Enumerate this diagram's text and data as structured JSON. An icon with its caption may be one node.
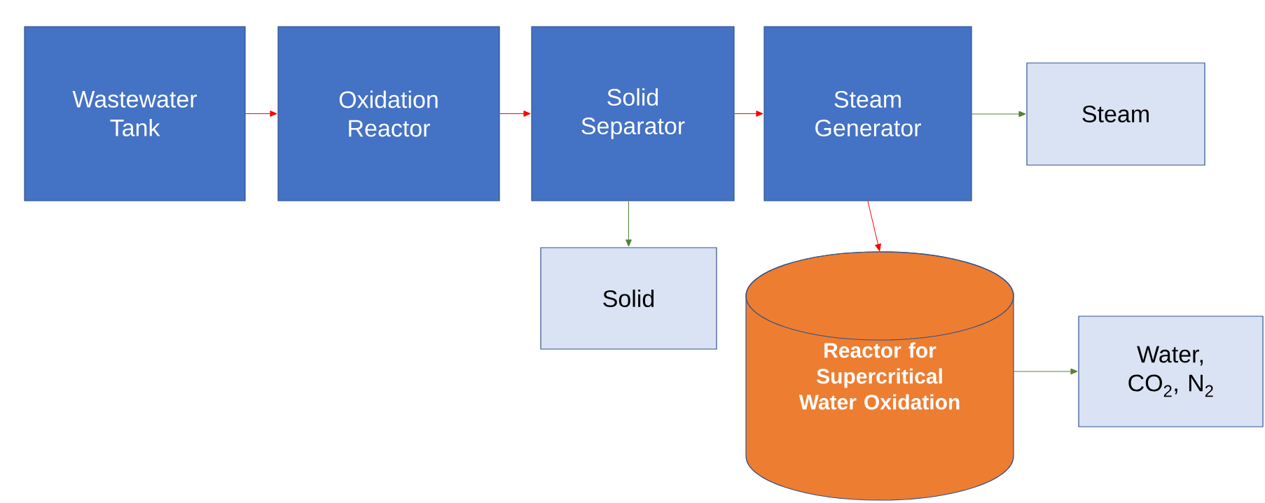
{
  "diagram": {
    "nodes": [
      {
        "text": [
          "Wastewater Tank"
        ]
      },
      {
        "text": [
          "Oxidation Reactor"
        ]
      },
      {
        "text": [
          "Solid Separator"
        ]
      },
      {
        "text": [
          "Steam Generator"
        ]
      },
      {
        "text": [
          "Steam"
        ]
      },
      {
        "text": [
          "Solid"
        ]
      },
      {
        "text": [
          "Reactor for Supercritical Water Oxidation"
        ]
      },
      {
        "text": [
          "Water, CO$_{2}$, N$_{2}$"
        ]
      }
    ],
    "edges": [
      {
        "from": 0,
        "to": 1,
        "arrow": "to",
        "color": "#ff0000"
      },
      {
        "from": 1,
        "to": 2,
        "arrow": "to",
        "color": "#ff0000"
      },
      {
        "from": 2,
        "to": 3,
        "arrow": "to",
        "color": "#ff0000"
      },
      {
        "from": 3,
        "to": 4,
        "arrow": "to",
        "color": "#548235"
      },
      {
        "from": 2,
        "to": 5,
        "arrow": "to",
        "color": "#548235"
      },
      {
        "from": 3,
        "to": 6,
        "arrow": "to",
        "color": "#ff0000"
      },
      {
        "from": 6,
        "to": 7,
        "arrow": "to",
        "color": "#548235"
      }
    ]
  }
}
